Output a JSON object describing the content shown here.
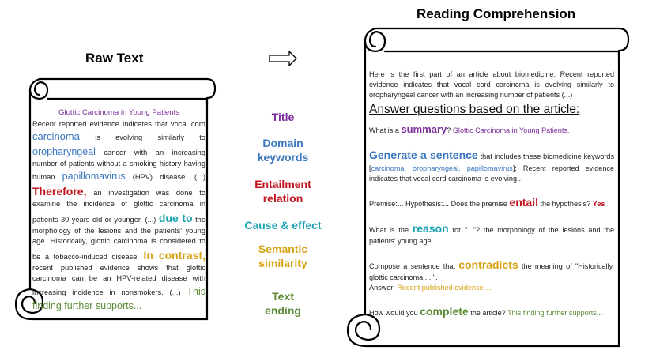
{
  "headings": {
    "raw": "Raw Text",
    "rc": "Reading Comprehension"
  },
  "arrow_icon": "double-right-arrow",
  "colors": {
    "title": "#7a2f9a",
    "domain": "#3a76bd",
    "entail": "#c0121b",
    "cause": "#1ea3b3",
    "semantic": "#d6a213",
    "ending": "#5c8a35"
  },
  "raw": {
    "title": "Glottic Carcinoma in Young Patients",
    "s1": "Recent reported evidence indicates that vocal cord",
    "k1": "carcinoma",
    "s2": "is evolving similarly to",
    "k2": "oropharyngeal",
    "s3": "cancer with an increasing number of patients without a smoking history having human",
    "k3": "papillomavirus",
    "s4": "(HPV) disease.",
    "s5": "(...)",
    "k4": "Therefore,",
    "s6": "an investigation was done to examine the incidence of glottic carcinoma in patients 30 years old or younger. (...)",
    "k5": "due to",
    "s7": "the morphology of the lesions and the patients' young age. Historically, glottic carcinoma is considered to be a tobacco-induced disease.",
    "k6": "In contrast,",
    "s8": "recent published evidence shows that glottic carcinoma can be an HPV-related disease with increasing incidence in nonsmokers. (...)",
    "k7": "This finding further supports..."
  },
  "middle": {
    "title": "Title",
    "domain1": "Domain",
    "domain2": "keywords",
    "entail1": "Entailment",
    "entail2": "relation",
    "cause": "Cause & effect",
    "semantic1": "Semantic",
    "semantic2": "similarity",
    "ending1": "Text",
    "ending2": "ending"
  },
  "rc": {
    "intro": "Here is the first part of an article about biomedicine: Recent reported evidence indicates that vocal cord carcinoma is evolving similarly to oropharyngeal cancer with an increasing number of patients (...)",
    "instruction": "Answer questions based on the article:",
    "q1_pre": "What is a",
    "q1_key": "summary",
    "q1_post": "?",
    "q1_ans": "Glottic Carcinoma in Young Patients.",
    "q2_key": "Generate a sentence",
    "q2_post": "that includes these biomedicine keywords [",
    "q2_kw": "carcinoma, oropharyngeal, papillomavirus",
    "q2_ans": "]: Recent reported evidence indicates that vocal cord carcinoma is evolving...",
    "q3_pre": "Premise:... Hypothesis:... Does the premise",
    "q3_key": "entail",
    "q3_post": "the hypothesis?",
    "q3_ans": "Yes",
    "q4_pre": "What is the",
    "q4_key": "reason",
    "q4_post": "for \"...\"? the morphology of the lesions and the patients' young age.",
    "q5_pre": "Compose a sentence that",
    "q5_key": "contradicts",
    "q5_post": "the meaning of \"Historically, glottic carcinoma ... \".",
    "q5_ans_label": "Answer:",
    "q5_ans": "Recent published evidence ...",
    "q6_pre": "How would you",
    "q6_key": "complete",
    "q6_post": "the article?",
    "q6_ans": "This finding further supports..."
  }
}
